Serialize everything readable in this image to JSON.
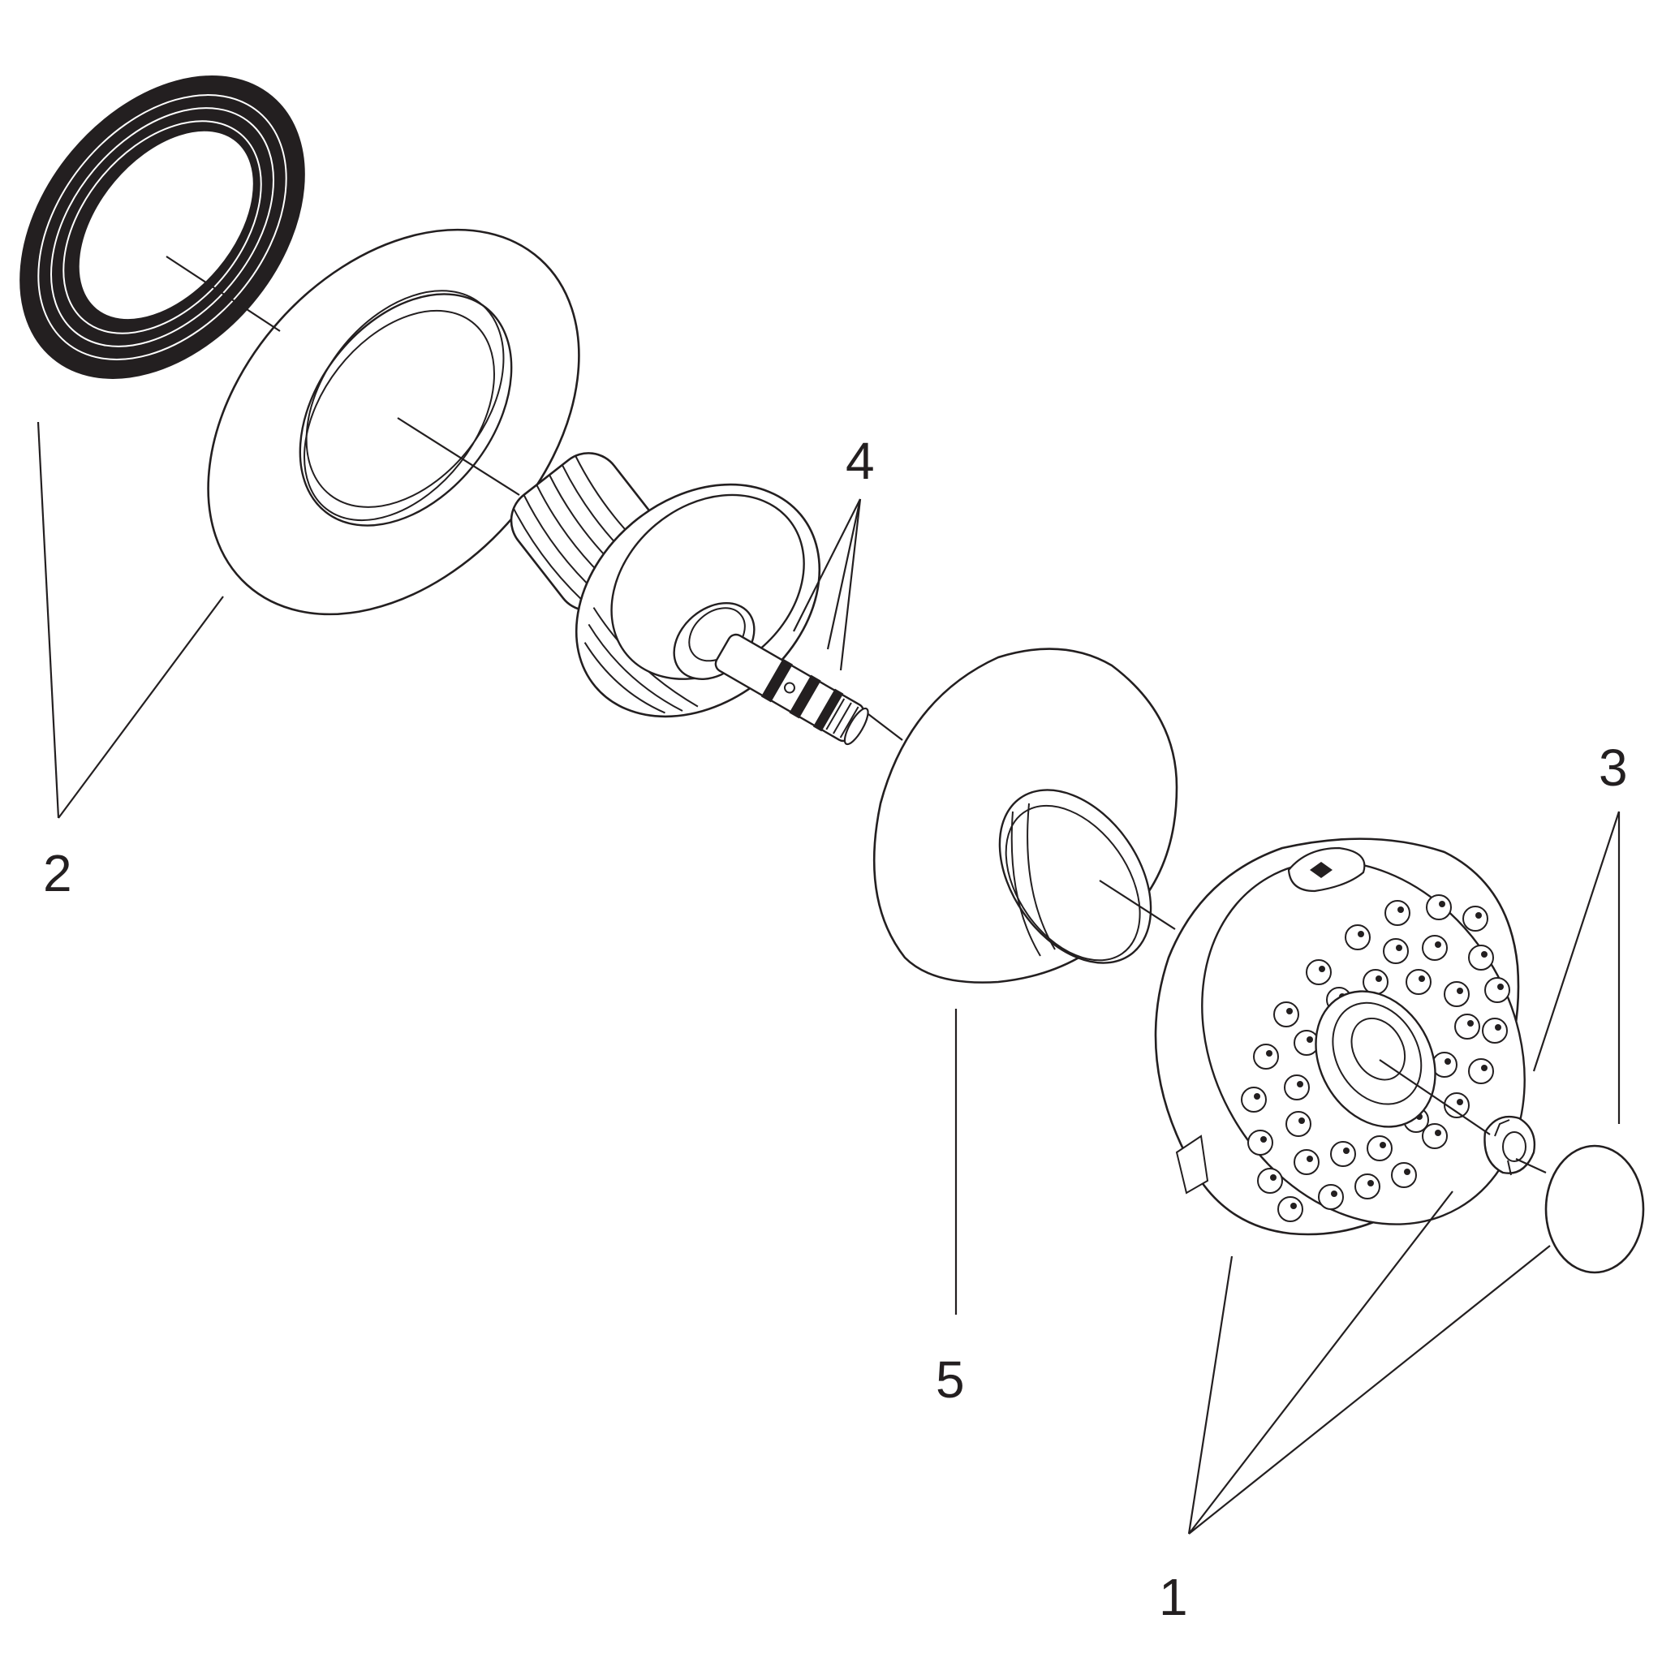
{
  "labels": {
    "part_1": "1",
    "part_2": "2",
    "part_3": "3",
    "part_4": "4",
    "part_5": "5"
  },
  "colors": {
    "ink": "#231f20",
    "background": "#ffffff"
  }
}
